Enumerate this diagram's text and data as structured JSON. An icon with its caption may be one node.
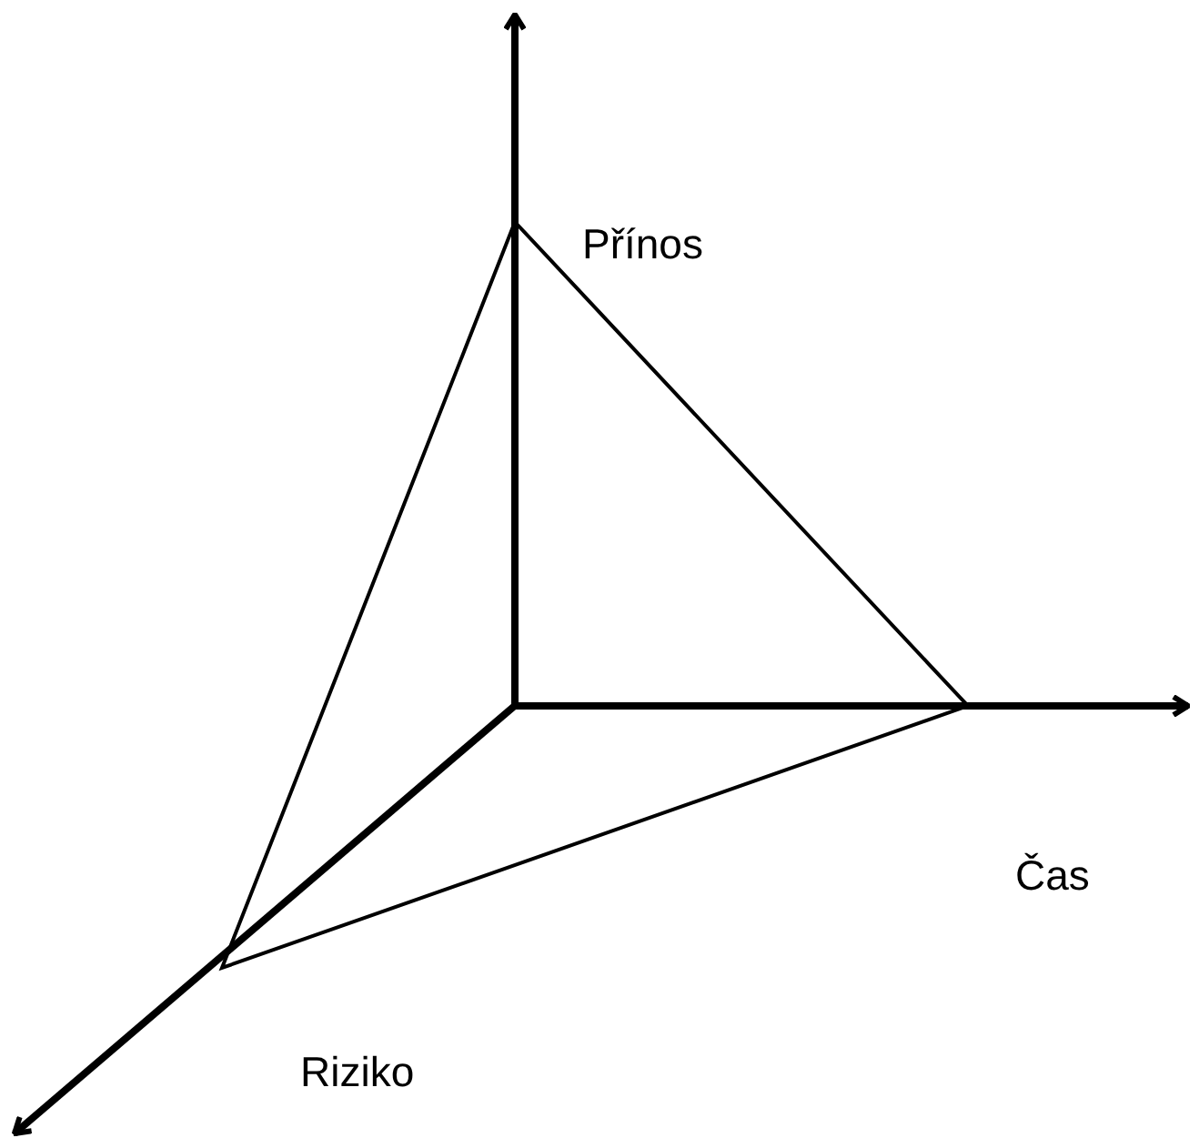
{
  "diagram": {
    "labels": [
      "Přínos",
      "Čas",
      "Riziko"
    ]
  }
}
